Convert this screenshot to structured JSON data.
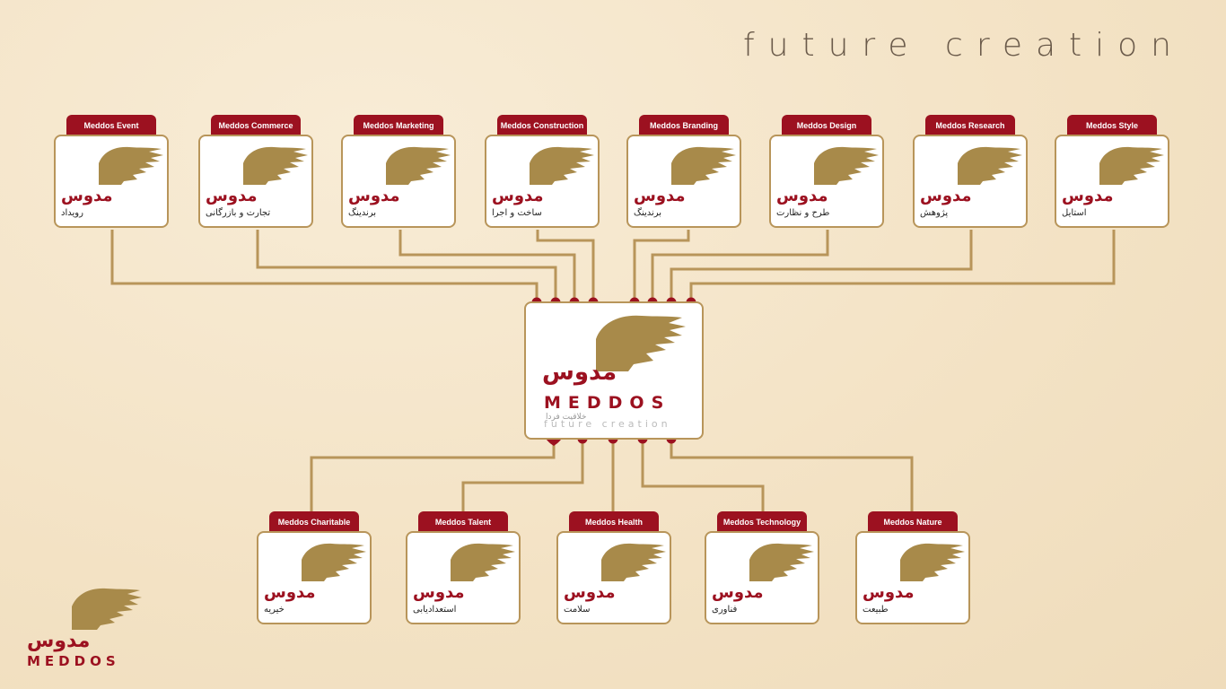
{
  "tagline": "future creation",
  "colors": {
    "brand_red": "#9c1120",
    "gold": "#b8955a",
    "background": "#f5e6cc"
  },
  "center": {
    "name_fa": "مدوس",
    "name_latin": "MEDDOS",
    "slogan_fa": "خلاقیت فردا",
    "slogan_en": "future creation"
  },
  "corner_logo": {
    "name_fa": "مدوس",
    "name_latin": "MEDDOS"
  },
  "top_units": [
    {
      "tab": "Meddos  Event",
      "name_fa": "مدوس",
      "sub_fa": "رویداد"
    },
    {
      "tab": "Meddos Commerce",
      "name_fa": "مدوس",
      "sub_fa": "تجارت و بازرگانی"
    },
    {
      "tab": "Meddos Marketing",
      "name_fa": "مدوس",
      "sub_fa": "برندینگ"
    },
    {
      "tab": "Meddos Construction",
      "name_fa": "مدوس",
      "sub_fa": "ساخت و اجرا"
    },
    {
      "tab": "Meddos Branding",
      "name_fa": "مدوس",
      "sub_fa": "برندینگ"
    },
    {
      "tab": "Meddos Design",
      "name_fa": "مدوس",
      "sub_fa": "طرح و نظارت"
    },
    {
      "tab": "Meddos Research",
      "name_fa": "مدوس",
      "sub_fa": "پژوهش"
    },
    {
      "tab": "Meddos Style",
      "name_fa": "مدوس",
      "sub_fa": "استایل"
    }
  ],
  "bottom_units": [
    {
      "tab": "Meddos Charitable",
      "name_fa": "مدوس",
      "sub_fa": "خیریه"
    },
    {
      "tab": "Meddos Talent",
      "name_fa": "مدوس",
      "sub_fa": "استعدادیابی"
    },
    {
      "tab": "Meddos Health",
      "name_fa": "مدوس",
      "sub_fa": "سلامت"
    },
    {
      "tab": "Meddos Technology",
      "name_fa": "مدوس",
      "sub_fa": "فناوری"
    },
    {
      "tab": "Meddos Nature",
      "name_fa": "مدوس",
      "sub_fa": "طبیعت"
    }
  ],
  "icons": {
    "logo_mark": "brush-stroke-icon",
    "charity_connector": "heart-icon",
    "connector": "dot-icon"
  }
}
